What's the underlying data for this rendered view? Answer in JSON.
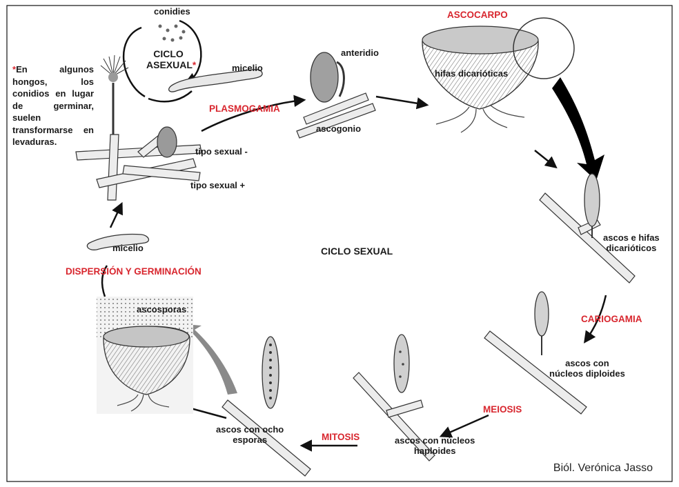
{
  "labels": {
    "conidies": "conidies",
    "ciclo_asexual_line1": "CICLO",
    "ciclo_asexual_line2": "ASEXUAL",
    "asterisk": "*",
    "micelio_top": "micelio",
    "plasmogamia": "PLASMOGAMIA",
    "anteridio": "anteridio",
    "ascogonio": "ascogonio",
    "tipo_sexual_minus": "tipo sexual -",
    "tipo_sexual_plus": "tipo sexual +",
    "ascocarpo": "ASCOCARPO",
    "hifas_dicarioticas": "hifas dicarióticas",
    "ascos_hifas_line1": "ascos e hifas",
    "ascos_hifas_line2": "dicarióticos",
    "ciclo_sexual": "CICLO SEXUAL",
    "micelio_bottom": "micelio",
    "dispersion": "DISPERSIÓN Y GERMINACIÓN",
    "ascosporas": "ascosporas",
    "cariogamia": "CARIOGAMIA",
    "ascos_diploides_line1": "ascos con",
    "ascos_diploides_line2": "núcleos diploides",
    "meiosis": "MEIOSIS",
    "ascos_haploides_line1": "ascos con núcleos",
    "ascos_haploides_line2": "haploides",
    "mitosis": "MITOSIS",
    "ascos_ocho_line1": "ascos con ocho",
    "ascos_ocho_line2": "esporas"
  },
  "note": {
    "asterisk": "*",
    "text": "En algunos hongos, los conidios en lugar de germinar, suelen transformarse en levaduras."
  },
  "credit": "Biól. Verónica Jasso",
  "colors": {
    "accent_red": "#d8262e",
    "stroke": "#222222",
    "fill_light": "#efefef",
    "fill_mid": "#bdbdbd"
  }
}
